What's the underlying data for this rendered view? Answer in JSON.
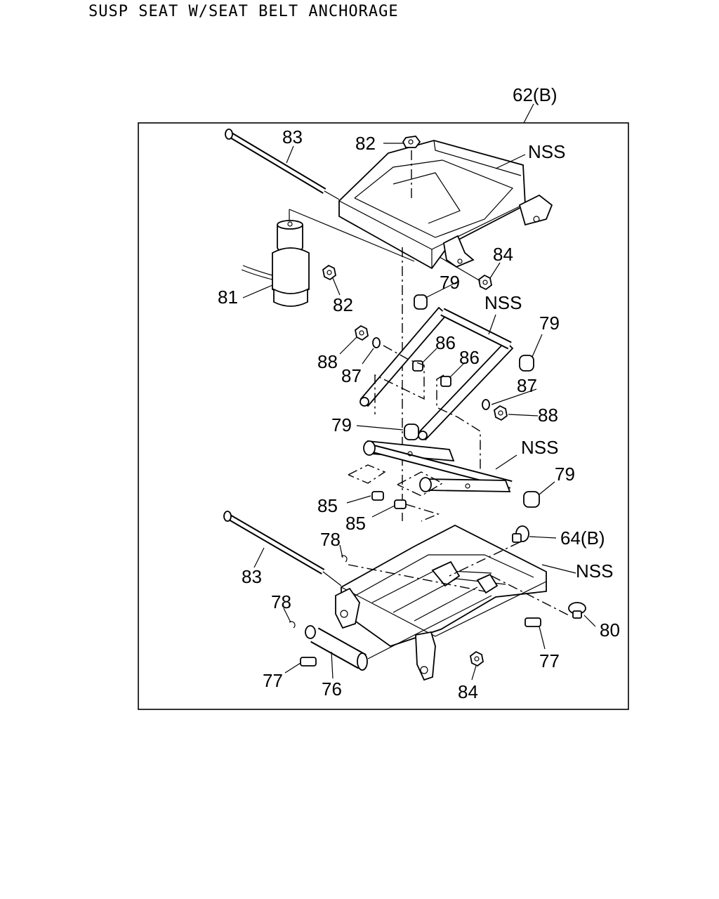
{
  "title": "SUSP SEAT W/SEAT BELT ANCHORAGE",
  "callouts": [
    {
      "id": "62b",
      "label": "62(B)"
    },
    {
      "id": "83-top",
      "label": "83"
    },
    {
      "id": "82-top",
      "label": "82"
    },
    {
      "id": "nss-1",
      "label": "NSS"
    },
    {
      "id": "84-top",
      "label": "84"
    },
    {
      "id": "81",
      "label": "81"
    },
    {
      "id": "82-mid",
      "label": "82"
    },
    {
      "id": "79-a",
      "label": "79"
    },
    {
      "id": "nss-2",
      "label": "NSS"
    },
    {
      "id": "79-b",
      "label": "79"
    },
    {
      "id": "88-l",
      "label": "88"
    },
    {
      "id": "87-l",
      "label": "87"
    },
    {
      "id": "86-l",
      "label": "86"
    },
    {
      "id": "86-r",
      "label": "86"
    },
    {
      "id": "87-r",
      "label": "87"
    },
    {
      "id": "88-r",
      "label": "88"
    },
    {
      "id": "79-c",
      "label": "79"
    },
    {
      "id": "nss-3",
      "label": "NSS"
    },
    {
      "id": "79-d",
      "label": "79"
    },
    {
      "id": "85-a",
      "label": "85"
    },
    {
      "id": "85-b",
      "label": "85"
    },
    {
      "id": "78-a",
      "label": "78"
    },
    {
      "id": "64b",
      "label": "64(B)"
    },
    {
      "id": "83-bot",
      "label": "83"
    },
    {
      "id": "nss-4",
      "label": "NSS"
    },
    {
      "id": "78-b",
      "label": "78"
    },
    {
      "id": "80",
      "label": "80"
    },
    {
      "id": "77-r",
      "label": "77"
    },
    {
      "id": "77-l",
      "label": "77"
    },
    {
      "id": "76",
      "label": "76"
    },
    {
      "id": "84-bot",
      "label": "84"
    }
  ]
}
